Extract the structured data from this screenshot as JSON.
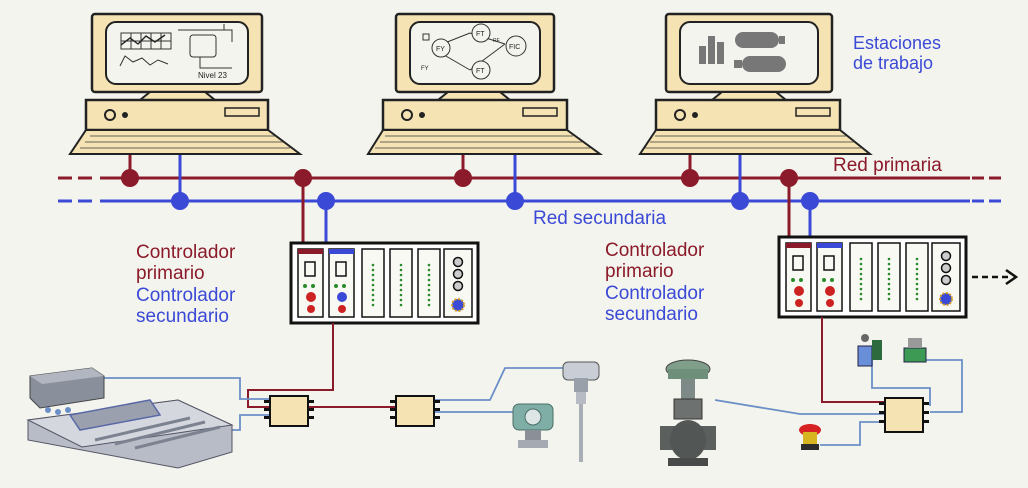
{
  "labels": {
    "workstations_line1": "Estaciones",
    "workstations_line2": "de trabajo",
    "primary_network": "Red primaria",
    "secondary_network": "Red secundaria",
    "left_controller": {
      "primary_1": "Controlador",
      "primary_2": "primario",
      "secondary_1": "Controlador",
      "secondary_2": "secundario"
    },
    "right_controller": {
      "primary_1": "Controlador",
      "primary_2": "primario",
      "secondary_1": "Controlador",
      "secondary_2": "secundario"
    }
  },
  "screens": {
    "screen1_text": "Nivel 23",
    "screen2_nodes": [
      "FT",
      "FY",
      "FT",
      "FIC"
    ],
    "screen2_small": [
      "FY",
      "RF",
      "FY"
    ]
  },
  "colors": {
    "primary_network": "#8b1a2a",
    "secondary_network": "#3a49d6",
    "field_wiring": "#6a8fc7",
    "computer_body": "#f6e3b4",
    "screen_bg": "#f4f4ee"
  },
  "icons": [
    "workstation-computer",
    "controller-rack",
    "io-module",
    "conveyor-machine",
    "temperature-transmitter",
    "pressure-transmitter",
    "control-valve",
    "limit-switch",
    "emergency-stop-button"
  ]
}
